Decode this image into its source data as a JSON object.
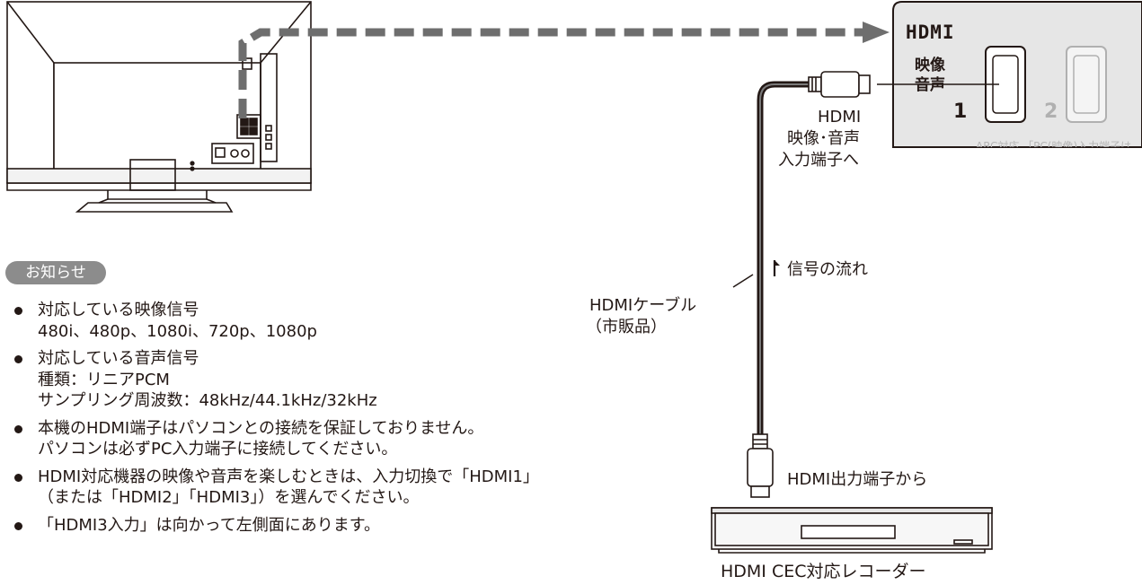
{
  "tv_panel": {
    "logo": "HDMI",
    "label_line1": "映像",
    "label_line2": "音声",
    "port1": "1",
    "port2": "2",
    "cut_text": "ARC対応 「PC(映像)入力端子は"
  },
  "labels": {
    "input_line1": "HDMI",
    "input_line2": "映像･音声",
    "input_line3": "入力端子へ",
    "signal_flow": "信号の流れ",
    "cable_line1": "HDMIケーブル",
    "cable_line2": "（市販品）",
    "output": "HDMI出力端子から",
    "recorder": "HDMI CEC対応レコーダー"
  },
  "notice": {
    "title": "お知らせ",
    "items": [
      {
        "line1": "対応している映像信号",
        "line2": "480i、480p、1080i、720p、1080p",
        "line3": ""
      },
      {
        "line1": "対応している音声信号",
        "line2": "種類：リニアPCM",
        "line3": "サンプリング周波数：48kHz/44.1kHz/32kHz"
      },
      {
        "line1": "本機のHDMI端子はパソコンとの接続を保証しておりません。",
        "line2": "パソコンは必ずPC入力端子に接続してください。",
        "line3": ""
      },
      {
        "line1": "HDMI対応機器の映像や音声を楽しむときは、入力切換で「HDMI1」",
        "line2": "（または「HDMI2」「HDMI3」）を選んでください。",
        "line3": ""
      },
      {
        "line1": "「HDMI3入力」は向かって左側面にあります。",
        "line2": "",
        "line3": ""
      }
    ]
  },
  "colors": {
    "line": "#231815",
    "dash": "#6e6e6e",
    "panel_bg": "#e6e6e6",
    "notice_bg": "#8c8c8c"
  }
}
